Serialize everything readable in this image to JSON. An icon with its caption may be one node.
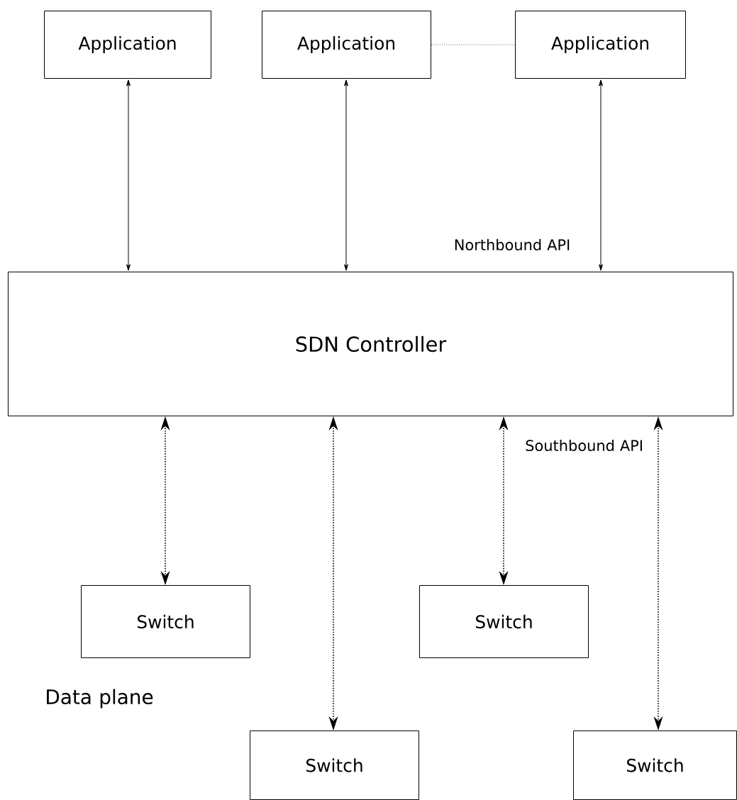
{
  "diagram": {
    "nodes": [
      {
        "text": [
          "Application"
        ]
      },
      {
        "text": [
          "Application"
        ]
      },
      {
        "text": [
          "Application"
        ]
      },
      {
        "text": [
          "SDN Controller"
        ]
      },
      {
        "text": [
          "Switch"
        ]
      },
      {
        "text": [
          "Switch"
        ]
      },
      {
        "text": [
          "Switch"
        ]
      },
      {
        "text": [
          "Switch"
        ]
      }
    ],
    "edges": [
      {
        "from": 0,
        "to": 3,
        "arrow": "both"
      },
      {
        "from": 1,
        "to": 3,
        "arrow": "both"
      },
      {
        "from": 2,
        "to": 3,
        "arrow": "both"
      },
      {
        "from": 1,
        "to": 2,
        "arrow": "none",
        "style": "dashed",
        "color": "#666666"
      },
      {
        "from": 3,
        "to": 4,
        "arrow": "both",
        "style": "dashed"
      },
      {
        "from": 3,
        "to": 6,
        "arrow": "both",
        "style": "dashed"
      },
      {
        "from": 3,
        "to": 5,
        "arrow": "both",
        "style": "dashed"
      },
      {
        "from": 3,
        "to": 7,
        "arrow": "both",
        "style": "dashed"
      }
    ],
    "labels": [
      "Northbound API",
      "Southbound API",
      "Data plane"
    ]
  }
}
